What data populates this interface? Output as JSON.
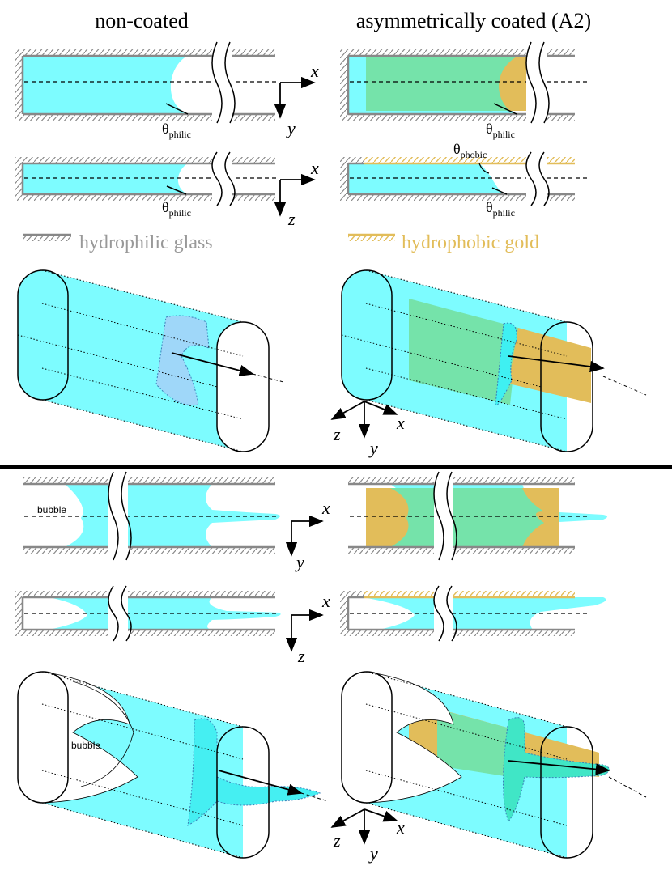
{
  "headers": {
    "left": "non-coated",
    "right": "asymmetrically coated (A2)"
  },
  "axes": {
    "x": "x",
    "y": "y",
    "z": "z"
  },
  "angles": {
    "theta": "θ",
    "philic": "philic",
    "phobic": "phobic"
  },
  "legend": {
    "glass": "hydrophilic glass",
    "gold": "hydrophobic gold"
  },
  "labels": {
    "bubble": "bubble"
  },
  "colors": {
    "water": "#7dfcff",
    "water_dark": "#50f0f5",
    "meniscus": "#9fd7f9",
    "gold": "#e2bd5a",
    "green": "#75e3aa",
    "glass": "#888888",
    "legend_glass_text": "#999999",
    "legend_gold_text": "#e2bd5a"
  }
}
